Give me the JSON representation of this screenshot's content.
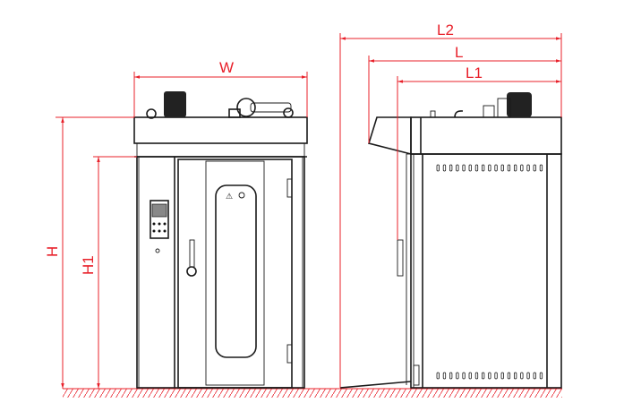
{
  "title": "Rack oven dimension drawing",
  "labels": {
    "width": "W",
    "height": "H",
    "height_door": "H1",
    "overall_length": "L2",
    "length": "L",
    "body_length": "L1"
  },
  "colors": {
    "dimension": "#e8202a",
    "outline": "#1a1a1a"
  }
}
